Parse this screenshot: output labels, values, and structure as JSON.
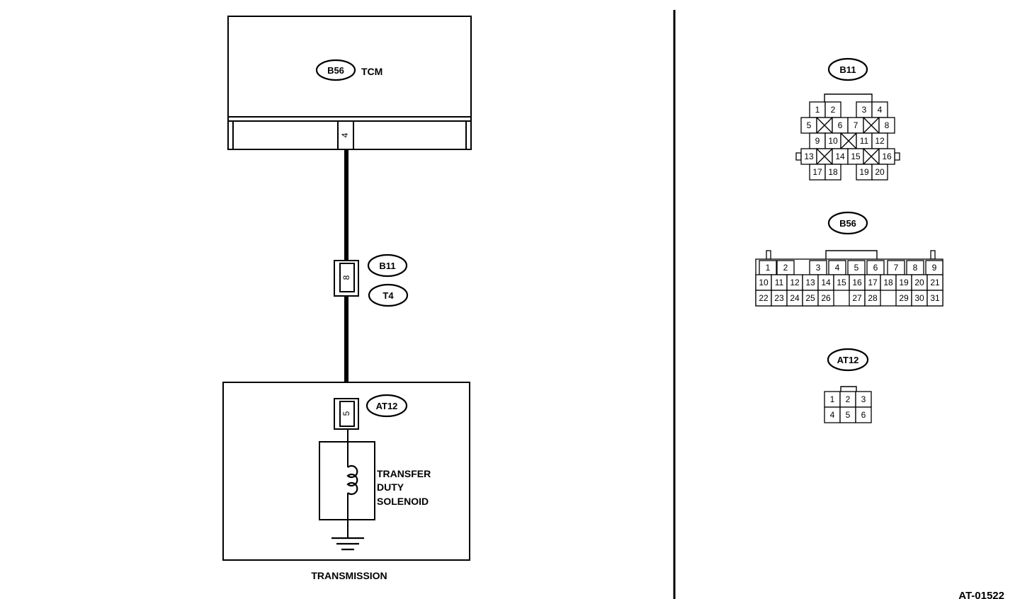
{
  "tcm": {
    "connector_id": "B56",
    "label": "TCM",
    "pin": "4"
  },
  "harness_connector": {
    "ids": [
      "B11",
      "T4"
    ],
    "pin": "8"
  },
  "solenoid_connector": {
    "id": "AT12",
    "pin": "5"
  },
  "solenoid": {
    "label_lines": [
      "TRANSFER",
      "DUTY",
      "SOLENOID"
    ]
  },
  "transmission": {
    "label": "TRANSMISSION"
  },
  "figure_id": "AT-01522",
  "connectors": {
    "B11": {
      "title": "B11",
      "rows": [
        [
          "1",
          "2",
          "3",
          "4"
        ],
        [
          "5",
          "6",
          "7",
          "8"
        ],
        [
          "9",
          "10",
          "11",
          "12"
        ],
        [
          "13",
          "14",
          "15",
          "16"
        ],
        [
          "17",
          "18",
          "19",
          "20"
        ]
      ]
    },
    "B56": {
      "title": "B56",
      "rows": [
        [
          "1",
          "2",
          "3",
          "4",
          "5",
          "6",
          "7",
          "8",
          "9"
        ],
        [
          "10",
          "11",
          "12",
          "13",
          "14",
          "15",
          "16",
          "17",
          "18",
          "19",
          "20",
          "21"
        ],
        [
          "22",
          "23",
          "24",
          "25",
          "26",
          "27",
          "28",
          "29",
          "30",
          "31"
        ]
      ]
    },
    "AT12": {
      "title": "AT12",
      "rows": [
        [
          "1",
          "2",
          "3"
        ],
        [
          "4",
          "5",
          "6"
        ]
      ]
    }
  }
}
